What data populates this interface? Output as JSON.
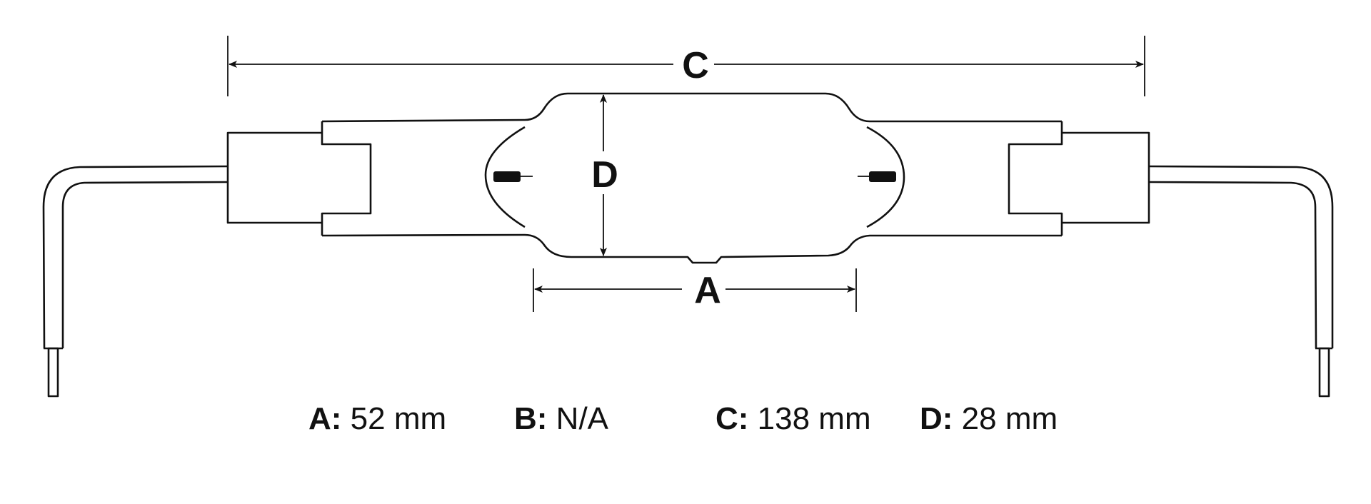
{
  "diagram": {
    "dimension_labels": {
      "c": "C",
      "d": "D",
      "a": "A"
    },
    "specs": [
      {
        "key": "A:",
        "value": "52 mm"
      },
      {
        "key": "B:",
        "value": "N/A"
      },
      {
        "key": "C:",
        "value": "138 mm"
      },
      {
        "key": "D:",
        "value": "28 mm"
      }
    ],
    "colors": {
      "line": "#111111",
      "background": "#ffffff"
    }
  }
}
